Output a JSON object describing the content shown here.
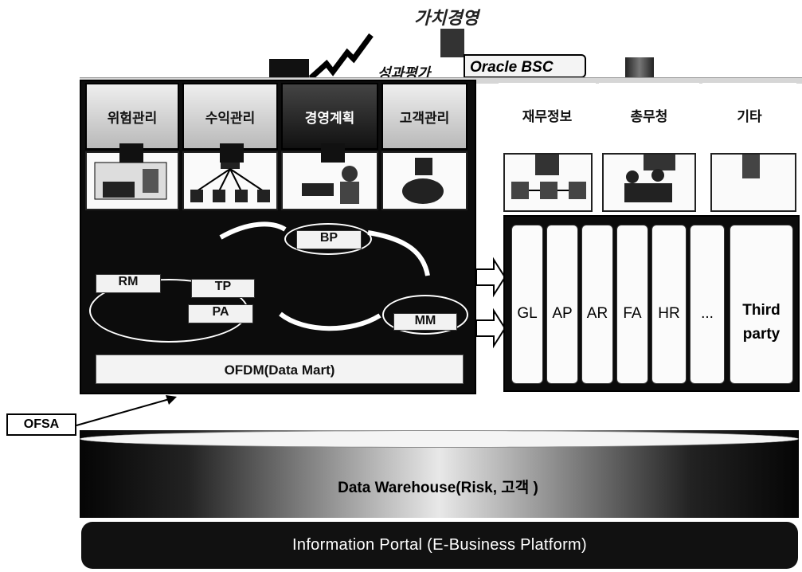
{
  "header": {
    "title": "가치경영",
    "performance": "성과평가",
    "bsc": "Oracle BSC"
  },
  "left_tabs": [
    {
      "label": "위험관리"
    },
    {
      "label": "수익관리"
    },
    {
      "label": "경영계획"
    },
    {
      "label": "고객관리"
    }
  ],
  "right_tabs": [
    {
      "label": "재무정보"
    },
    {
      "label": "총무청"
    },
    {
      "label": "기타"
    }
  ],
  "left_modules": {
    "bp": "BP",
    "rm": "RM",
    "tp": "TP",
    "pa": "PA",
    "mm": "MM",
    "data_mart": "OFDM(Data Mart)"
  },
  "erp_columns": [
    "GL",
    "AP",
    "AR",
    "FA",
    "HR",
    "...",
    "Third party"
  ],
  "ofsa": "OFSA",
  "warehouse": "Data Warehouse(Risk, 고객 )",
  "portal": "Information Portal (E-Business Platform)",
  "icons": [
    "growth-chart-icon",
    "office-icon",
    "org-tree-icon",
    "meeting-icon",
    "globe-icon",
    "network-icon",
    "people-icon"
  ]
}
